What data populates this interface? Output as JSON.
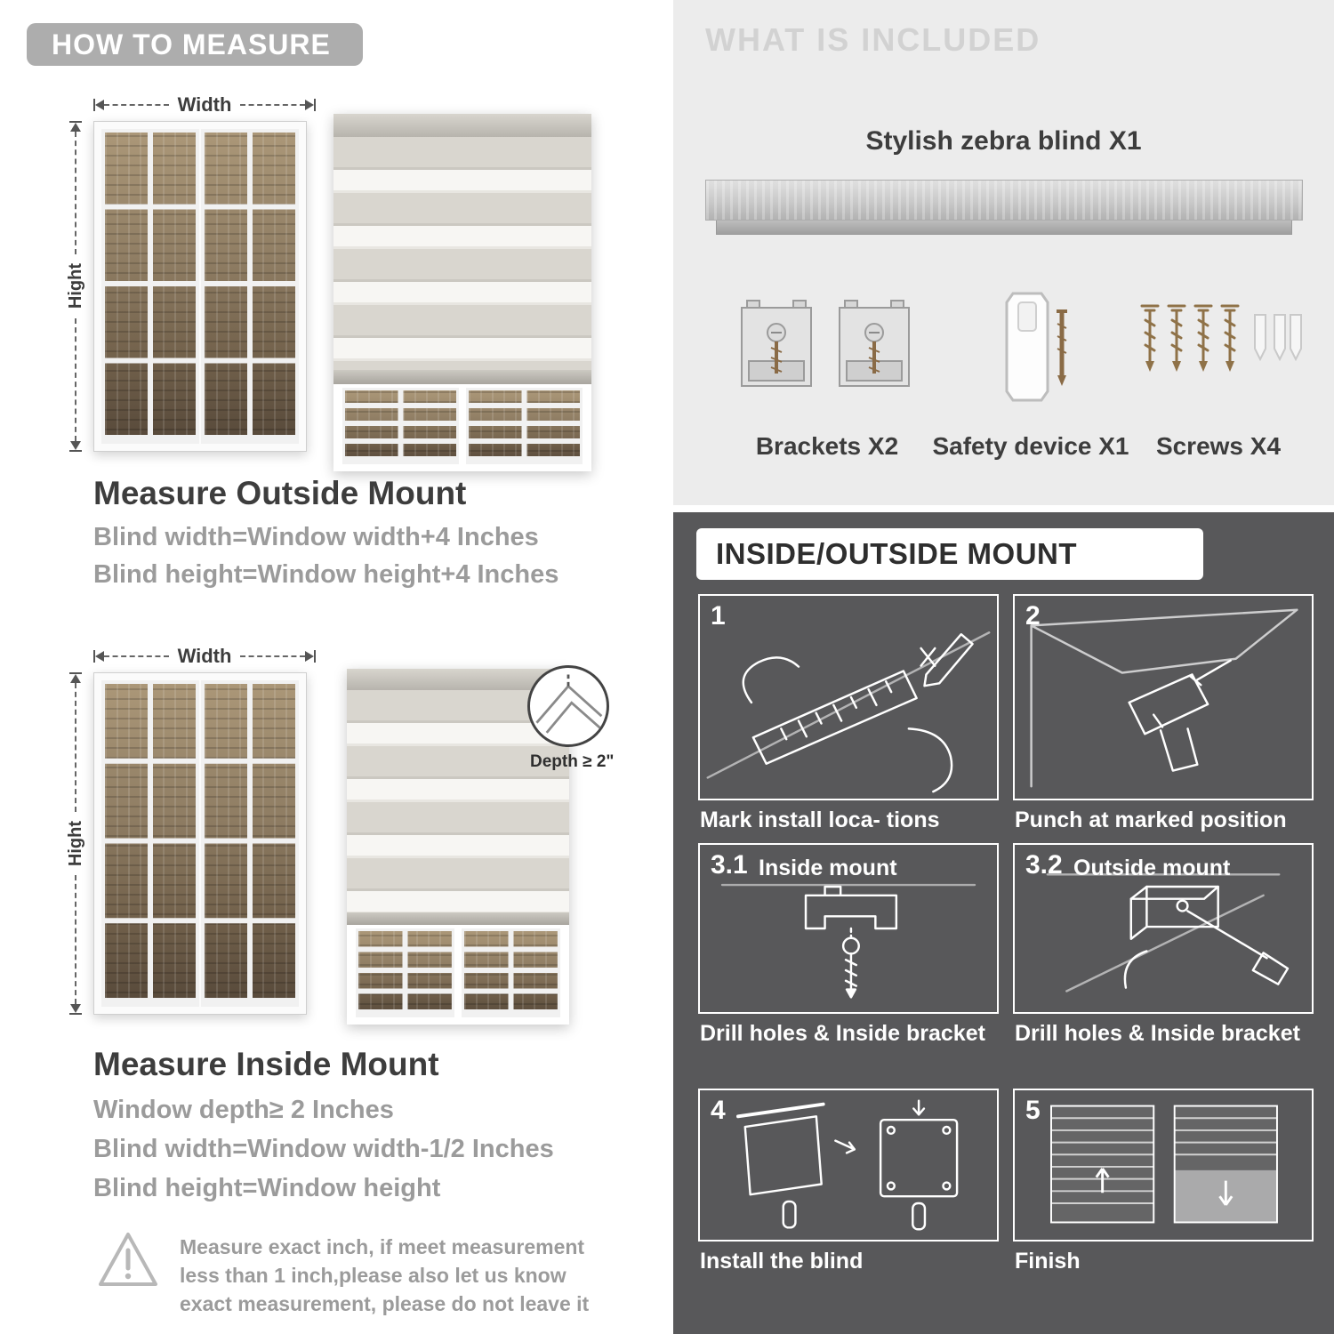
{
  "colors": {
    "badge_gray": "#adadad",
    "heading_dark": "#3d3d3d",
    "body_gray": "#9b9b9b",
    "light_panel": "#ececec",
    "dark_panel": "#58585a",
    "included_header_text": "#d2d2d2"
  },
  "icons": {
    "warning-icon": "!",
    "width-arrow": "↔",
    "height-arrow": "↕"
  },
  "how_to_measure": {
    "header": "HOW TO MEASURE",
    "width_label": "Width",
    "height_label": "Hight",
    "outside_mount": {
      "title": "Measure Outside Mount",
      "lines": [
        "Blind width=Window width+4 Inches",
        "Blind height=Window height+4 Inches"
      ]
    },
    "inside_mount": {
      "title": "Measure Inside Mount",
      "depth_callout": "Depth ≥ 2\"",
      "lines": [
        "Window depth≥ 2 Inches",
        "Blind width=Window width-1/2 Inches",
        "Blind height=Window height"
      ]
    },
    "warning_note": "Measure exact inch, if meet measurement less than 1 inch,please also let us know exact measurement, please do not leave it"
  },
  "included": {
    "header": "WHAT IS INCLUDED",
    "blind_label": "Stylish zebra blind X1",
    "items": [
      {
        "name": "brackets",
        "label": "Brackets X2"
      },
      {
        "name": "safety-device",
        "label": "Safety device X1"
      },
      {
        "name": "screws",
        "label": "Screws X4"
      }
    ]
  },
  "mount_guide": {
    "header": "INSIDE/OUTSIDE MOUNT",
    "steps": [
      {
        "num": "1",
        "caption": "Mark install loca- tions"
      },
      {
        "num": "2",
        "caption": "Punch at  marked position"
      },
      {
        "num": "3.1",
        "badge": "Inside mount",
        "caption": "Drill holes &  Inside bracket"
      },
      {
        "num": "3.2",
        "badge": "Outside mount",
        "caption": "Drill holes &  Inside bracket"
      },
      {
        "num": "4",
        "caption": "Install the blind"
      },
      {
        "num": "5",
        "caption": "Finish"
      }
    ]
  }
}
